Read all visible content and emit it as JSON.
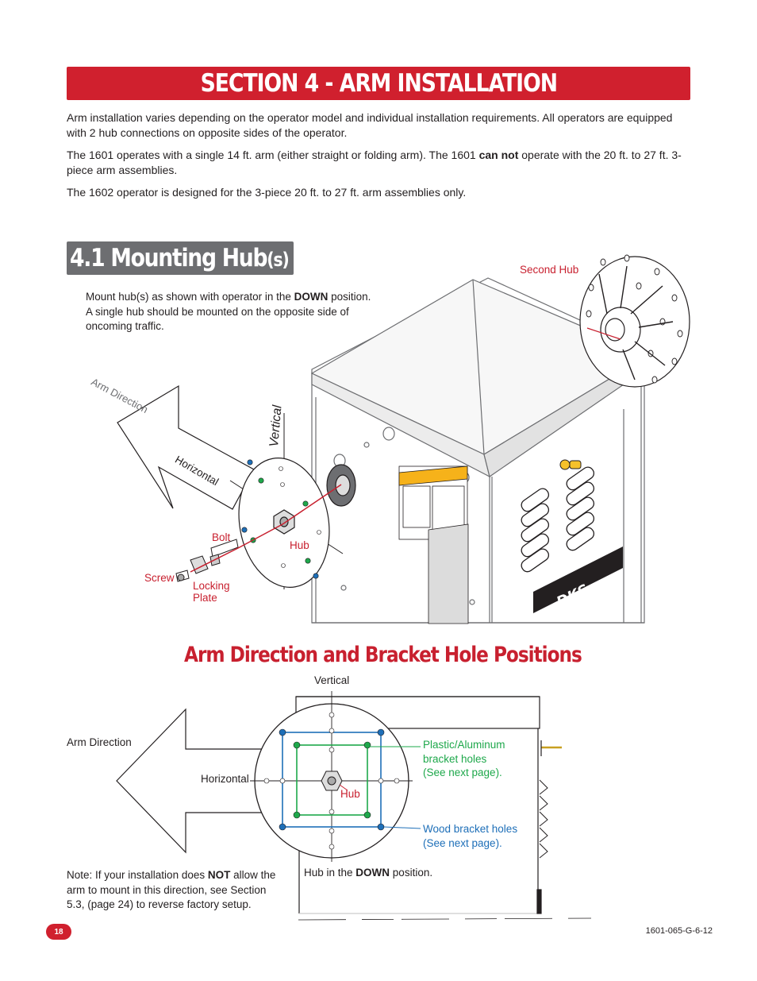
{
  "header": {
    "title": "SECTION 4 - ARM INSTALLATION"
  },
  "intro": {
    "p1": "Arm installation varies depending on the operator model and individual installation requirements. All operators are equipped with 2 hub connections on opposite sides of the operator.",
    "p2_a": "The 1601 operates with a single 14 ft. arm (either straight or folding arm). The 1601 ",
    "p2_bold": "can not",
    "p2_b": " operate with the 20 ft. to 27 ft. 3-piece arm assemblies.",
    "p3": "The 1602 operator is designed for the 3-piece 20 ft. to 27 ft. arm assemblies only."
  },
  "section41": {
    "title_main": "4.1 Mounting Hub",
    "title_suffix": "(s)",
    "instr_a": "Mount hub(s) as shown with operator in the ",
    "instr_bold": "DOWN",
    "instr_b": " position.",
    "instr_line2": "A single hub should be mounted on the opposite side of",
    "instr_line3": "oncoming traffic.",
    "labels": {
      "second_hub": "Second Hub",
      "arm_direction": "Arm Direction",
      "horizontal": "Horizontal",
      "vertical": "Vertical",
      "bolt": "Bolt",
      "hub": "Hub",
      "screw": "Screw",
      "locking": "Locking",
      "plate": "Plate"
    }
  },
  "section_positions": {
    "title": "Arm Direction and Bracket Hole Positions",
    "labels": {
      "vertical": "Vertical",
      "arm_direction": "Arm Direction",
      "horizontal": "Horizontal",
      "hub": "Hub",
      "plastic_1": "Plastic/Aluminum",
      "plastic_2": "bracket holes",
      "plastic_3": "(See next page).",
      "wood_1": "Wood bracket holes",
      "wood_2": "(See next page).",
      "hub_down_a": "Hub in the ",
      "hub_down_bold": "DOWN",
      "hub_down_b": " position."
    },
    "note_a": "Note: If your installation does ",
    "note_bold": "NOT",
    "note_b": " allow the",
    "note_line2": "arm to mount in this direction, see Section",
    "note_line3": "5.3, (page 24) to reverse factory setup."
  },
  "footer": {
    "page": "18",
    "code": "1601-065-G-6-12"
  },
  "colors": {
    "brand_red": "#d0202e",
    "gray_bar": "#6d6e71",
    "green": "#1ea84b",
    "blue": "#1e6fb8"
  }
}
